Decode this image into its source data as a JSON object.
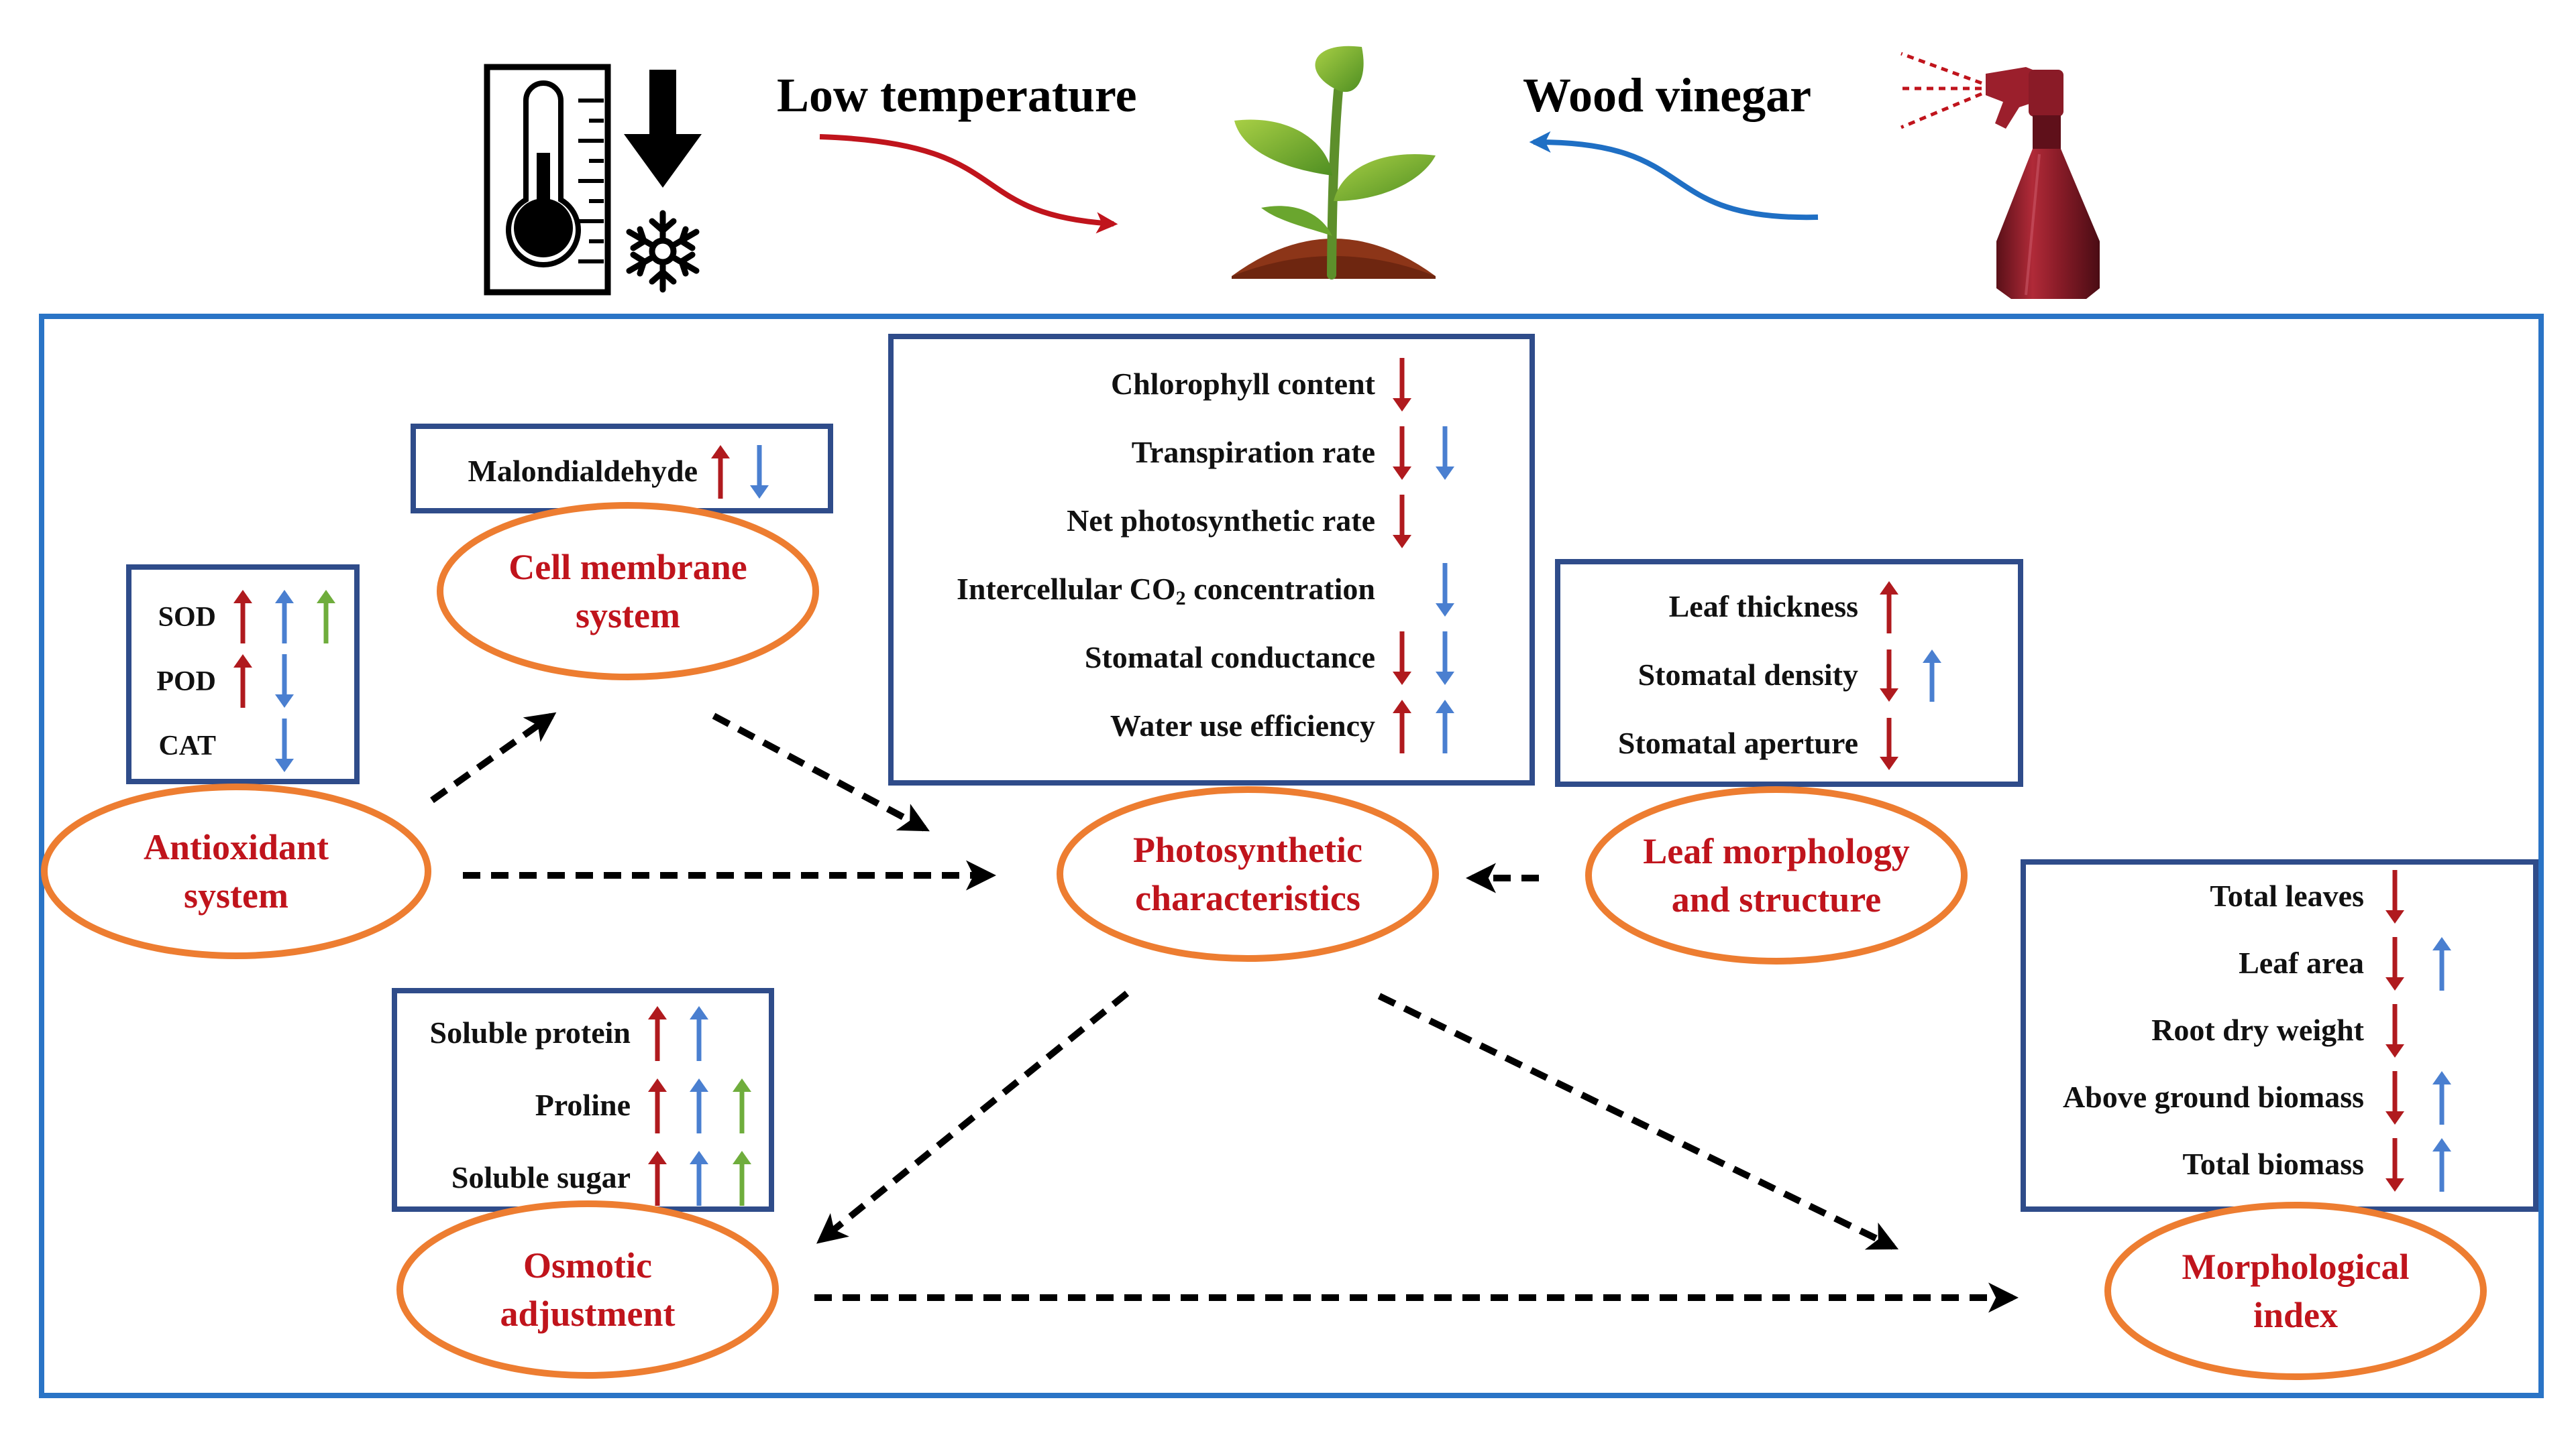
{
  "colors": {
    "red": "#b01a1e",
    "blue": "#4a7fd0",
    "green": "#6fad3c",
    "orange": "#ed7d31",
    "box_border": "#2f4c8a",
    "outer_border": "#2a74c6",
    "label_red": "#c0141c"
  },
  "header": {
    "low_temperature": "Low temperature",
    "wood_vinegar": "Wood vinegar",
    "icons": [
      "thermometer-icon",
      "down-arrow-icon",
      "snowflake-icon",
      "seedling-icon",
      "spray-bottle-icon"
    ]
  },
  "ovals": {
    "cell_membrane": [
      "Cell membrane",
      "system"
    ],
    "antioxidant": [
      "Antioxidant",
      "system"
    ],
    "photosynthetic": [
      "Photosynthetic",
      "characteristics"
    ],
    "leaf_morphology": [
      "Leaf morphology",
      "and structure"
    ],
    "osmotic": [
      "Osmotic",
      "adjustment"
    ],
    "morphological": [
      "Morphological",
      "index"
    ]
  },
  "boxes": {
    "malondialdehyde": {
      "items": [
        {
          "label": "Malondialdehyde",
          "arrows": [
            "red-up",
            "blue-down"
          ]
        }
      ]
    },
    "antioxidant": {
      "items": [
        {
          "label": "SOD",
          "arrows": [
            "red-up",
            "blue-up",
            "green-up"
          ]
        },
        {
          "label": "POD",
          "arrows": [
            "red-up",
            "blue-down"
          ]
        },
        {
          "label": "CAT",
          "arrows": [
            "",
            "blue-down"
          ]
        }
      ]
    },
    "photosynthesis": {
      "items": [
        {
          "label": "Chlorophyll content",
          "arrows": [
            "red-down"
          ]
        },
        {
          "label": "Transpiration rate",
          "arrows": [
            "red-down",
            "blue-down"
          ]
        },
        {
          "label": "Net photosynthetic rate",
          "arrows": [
            "red-down"
          ]
        },
        {
          "label": "Intercellular CO",
          "sub": "2",
          "tail": " concentration",
          "arrows": [
            "",
            "blue-down"
          ]
        },
        {
          "label": "Stomatal conductance",
          "arrows": [
            "red-down",
            "blue-down"
          ]
        },
        {
          "label": "Water use efficiency",
          "arrows": [
            "red-up",
            "blue-up"
          ]
        }
      ]
    },
    "leaf": {
      "items": [
        {
          "label": "Leaf thickness",
          "arrows": [
            "red-up"
          ]
        },
        {
          "label": "Stomatal density",
          "arrows": [
            "red-down",
            "blue-up"
          ]
        },
        {
          "label": "Stomatal aperture",
          "arrows": [
            "red-down"
          ]
        }
      ]
    },
    "osmotic": {
      "items": [
        {
          "label": "Soluble protein",
          "arrows": [
            "red-up",
            "blue-up"
          ]
        },
        {
          "label": "Proline",
          "arrows": [
            "red-up",
            "blue-up",
            "green-up"
          ]
        },
        {
          "label": "Soluble sugar",
          "arrows": [
            "red-up",
            "blue-up",
            "green-up"
          ]
        }
      ]
    },
    "morphology": {
      "items": [
        {
          "label": "Total leaves",
          "arrows": [
            "red-down"
          ]
        },
        {
          "label": "Leaf area",
          "arrows": [
            "red-down",
            "blue-up"
          ]
        },
        {
          "label": "Root dry weight",
          "arrows": [
            "red-down"
          ]
        },
        {
          "label": "Above ground biomass",
          "arrows": [
            "red-down",
            "blue-up"
          ]
        },
        {
          "label": "Total biomass",
          "arrows": [
            "red-down",
            "blue-up"
          ]
        }
      ]
    }
  },
  "connections": [
    {
      "from": "antioxidant",
      "to": "cell_membrane"
    },
    {
      "from": "cell_membrane",
      "to": "photosynthetic"
    },
    {
      "from": "antioxidant",
      "to": "photosynthetic"
    },
    {
      "from": "leaf_morphology",
      "to": "photosynthetic"
    },
    {
      "from": "photosynthetic",
      "to": "osmotic"
    },
    {
      "from": "photosynthetic",
      "to": "morphological"
    },
    {
      "from": "osmotic",
      "to": "morphological"
    }
  ]
}
